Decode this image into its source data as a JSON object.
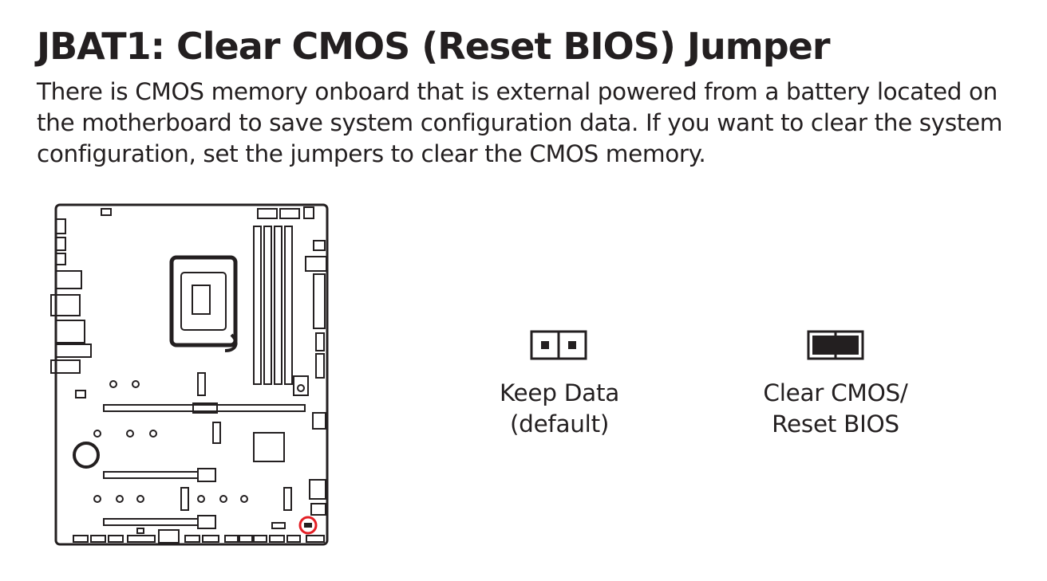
{
  "heading": "JBAT1: Clear CMOS (Reset BIOS) Jumper",
  "paragraph": "There is CMOS memory onboard that is external powered from a battery located on the motherboard to save system configuration data. If you want to clear the system configuration, set the jumpers to clear the CMOS memory.",
  "jumpers": [
    {
      "state": "open",
      "label_line1": "Keep Data",
      "label_line2": "(default)"
    },
    {
      "state": "shorted",
      "label_line1": "Clear CMOS/",
      "label_line2": "Reset BIOS"
    }
  ],
  "colors": {
    "text": "#231f20",
    "highlight": "#e31e24",
    "fill": "#231f20"
  },
  "icons": {
    "board": "motherboard-diagram",
    "open_jumper": "jumper-open-icon",
    "shorted_jumper": "jumper-shorted-icon",
    "marker": "jbat1-location-marker"
  }
}
